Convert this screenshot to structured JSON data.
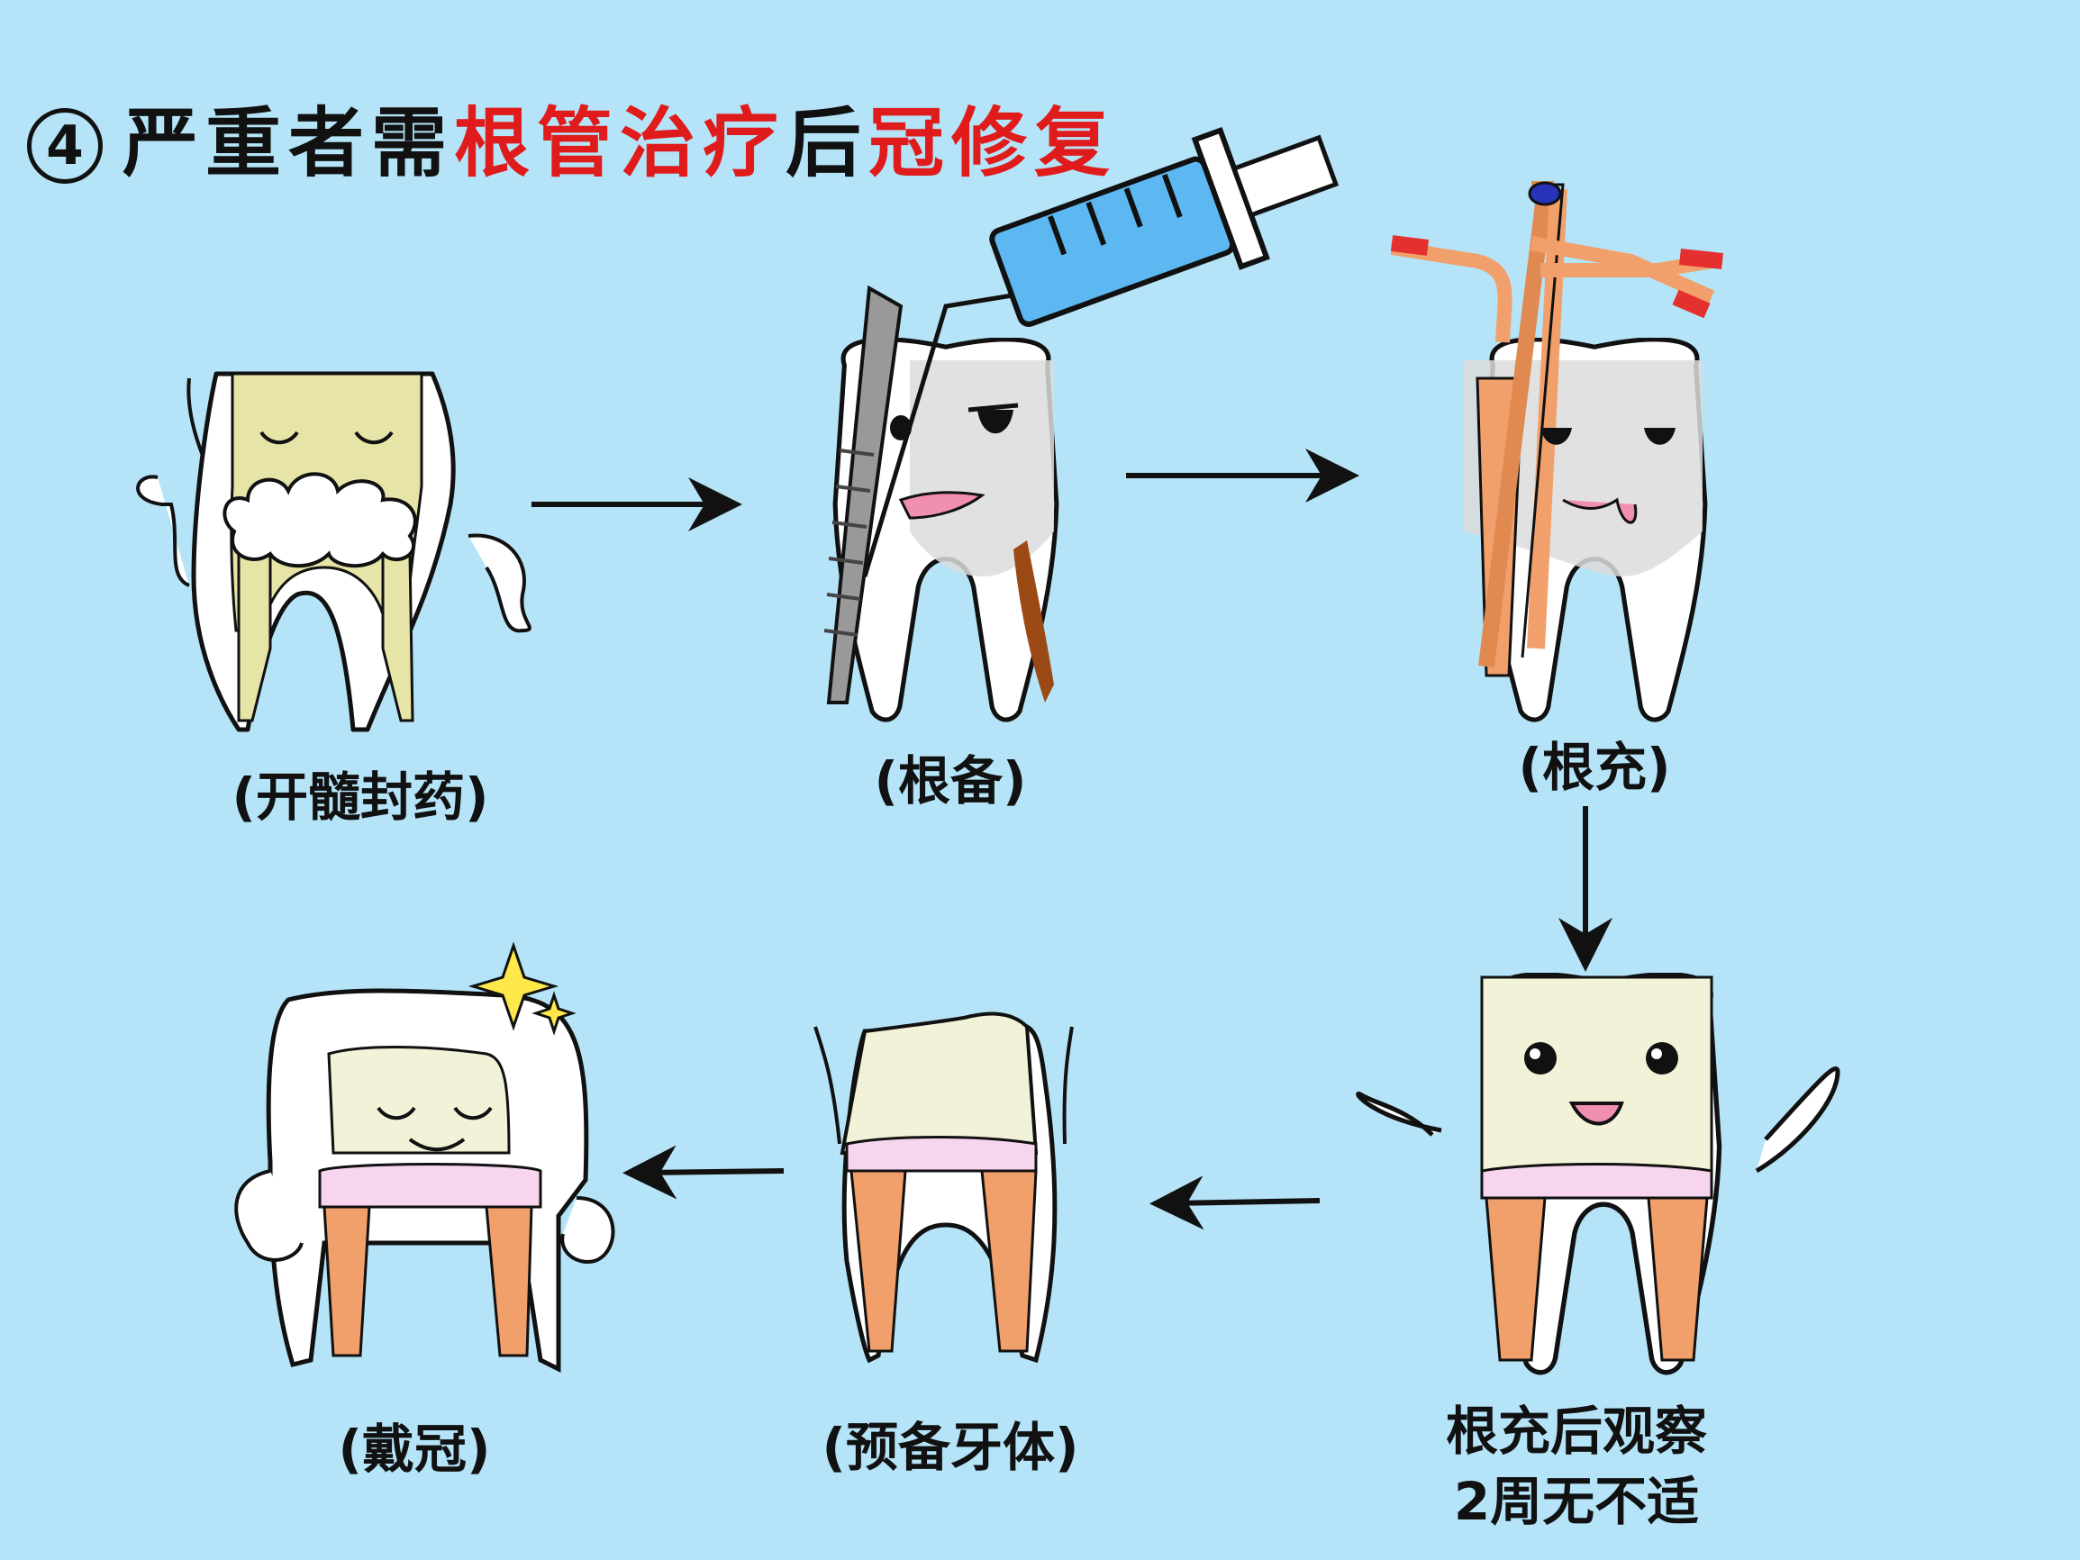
{
  "title": {
    "number": "4",
    "part1": "严重者需",
    "part2": "根管治疗",
    "part3": "后",
    "part4": "冠修复"
  },
  "steps": [
    {
      "label": "(开髓封药)"
    },
    {
      "label": "(根备)"
    },
    {
      "label": "(根充)"
    },
    {
      "label_line1": "根充后观察",
      "label_line2": "2周无不适"
    },
    {
      "label": "(预备牙体)"
    },
    {
      "label": "(戴冠)"
    }
  ],
  "colors": {
    "background": "#b5e4f8",
    "highlight": "#e01b1b",
    "tooth": "#ffffff",
    "medicated_crown": "#e6e4a6",
    "dentin": "#dcdcdc",
    "restored_crown": "#f2f2d8",
    "root_filling": "#f2a06b",
    "syringe": "#5db8f2"
  }
}
